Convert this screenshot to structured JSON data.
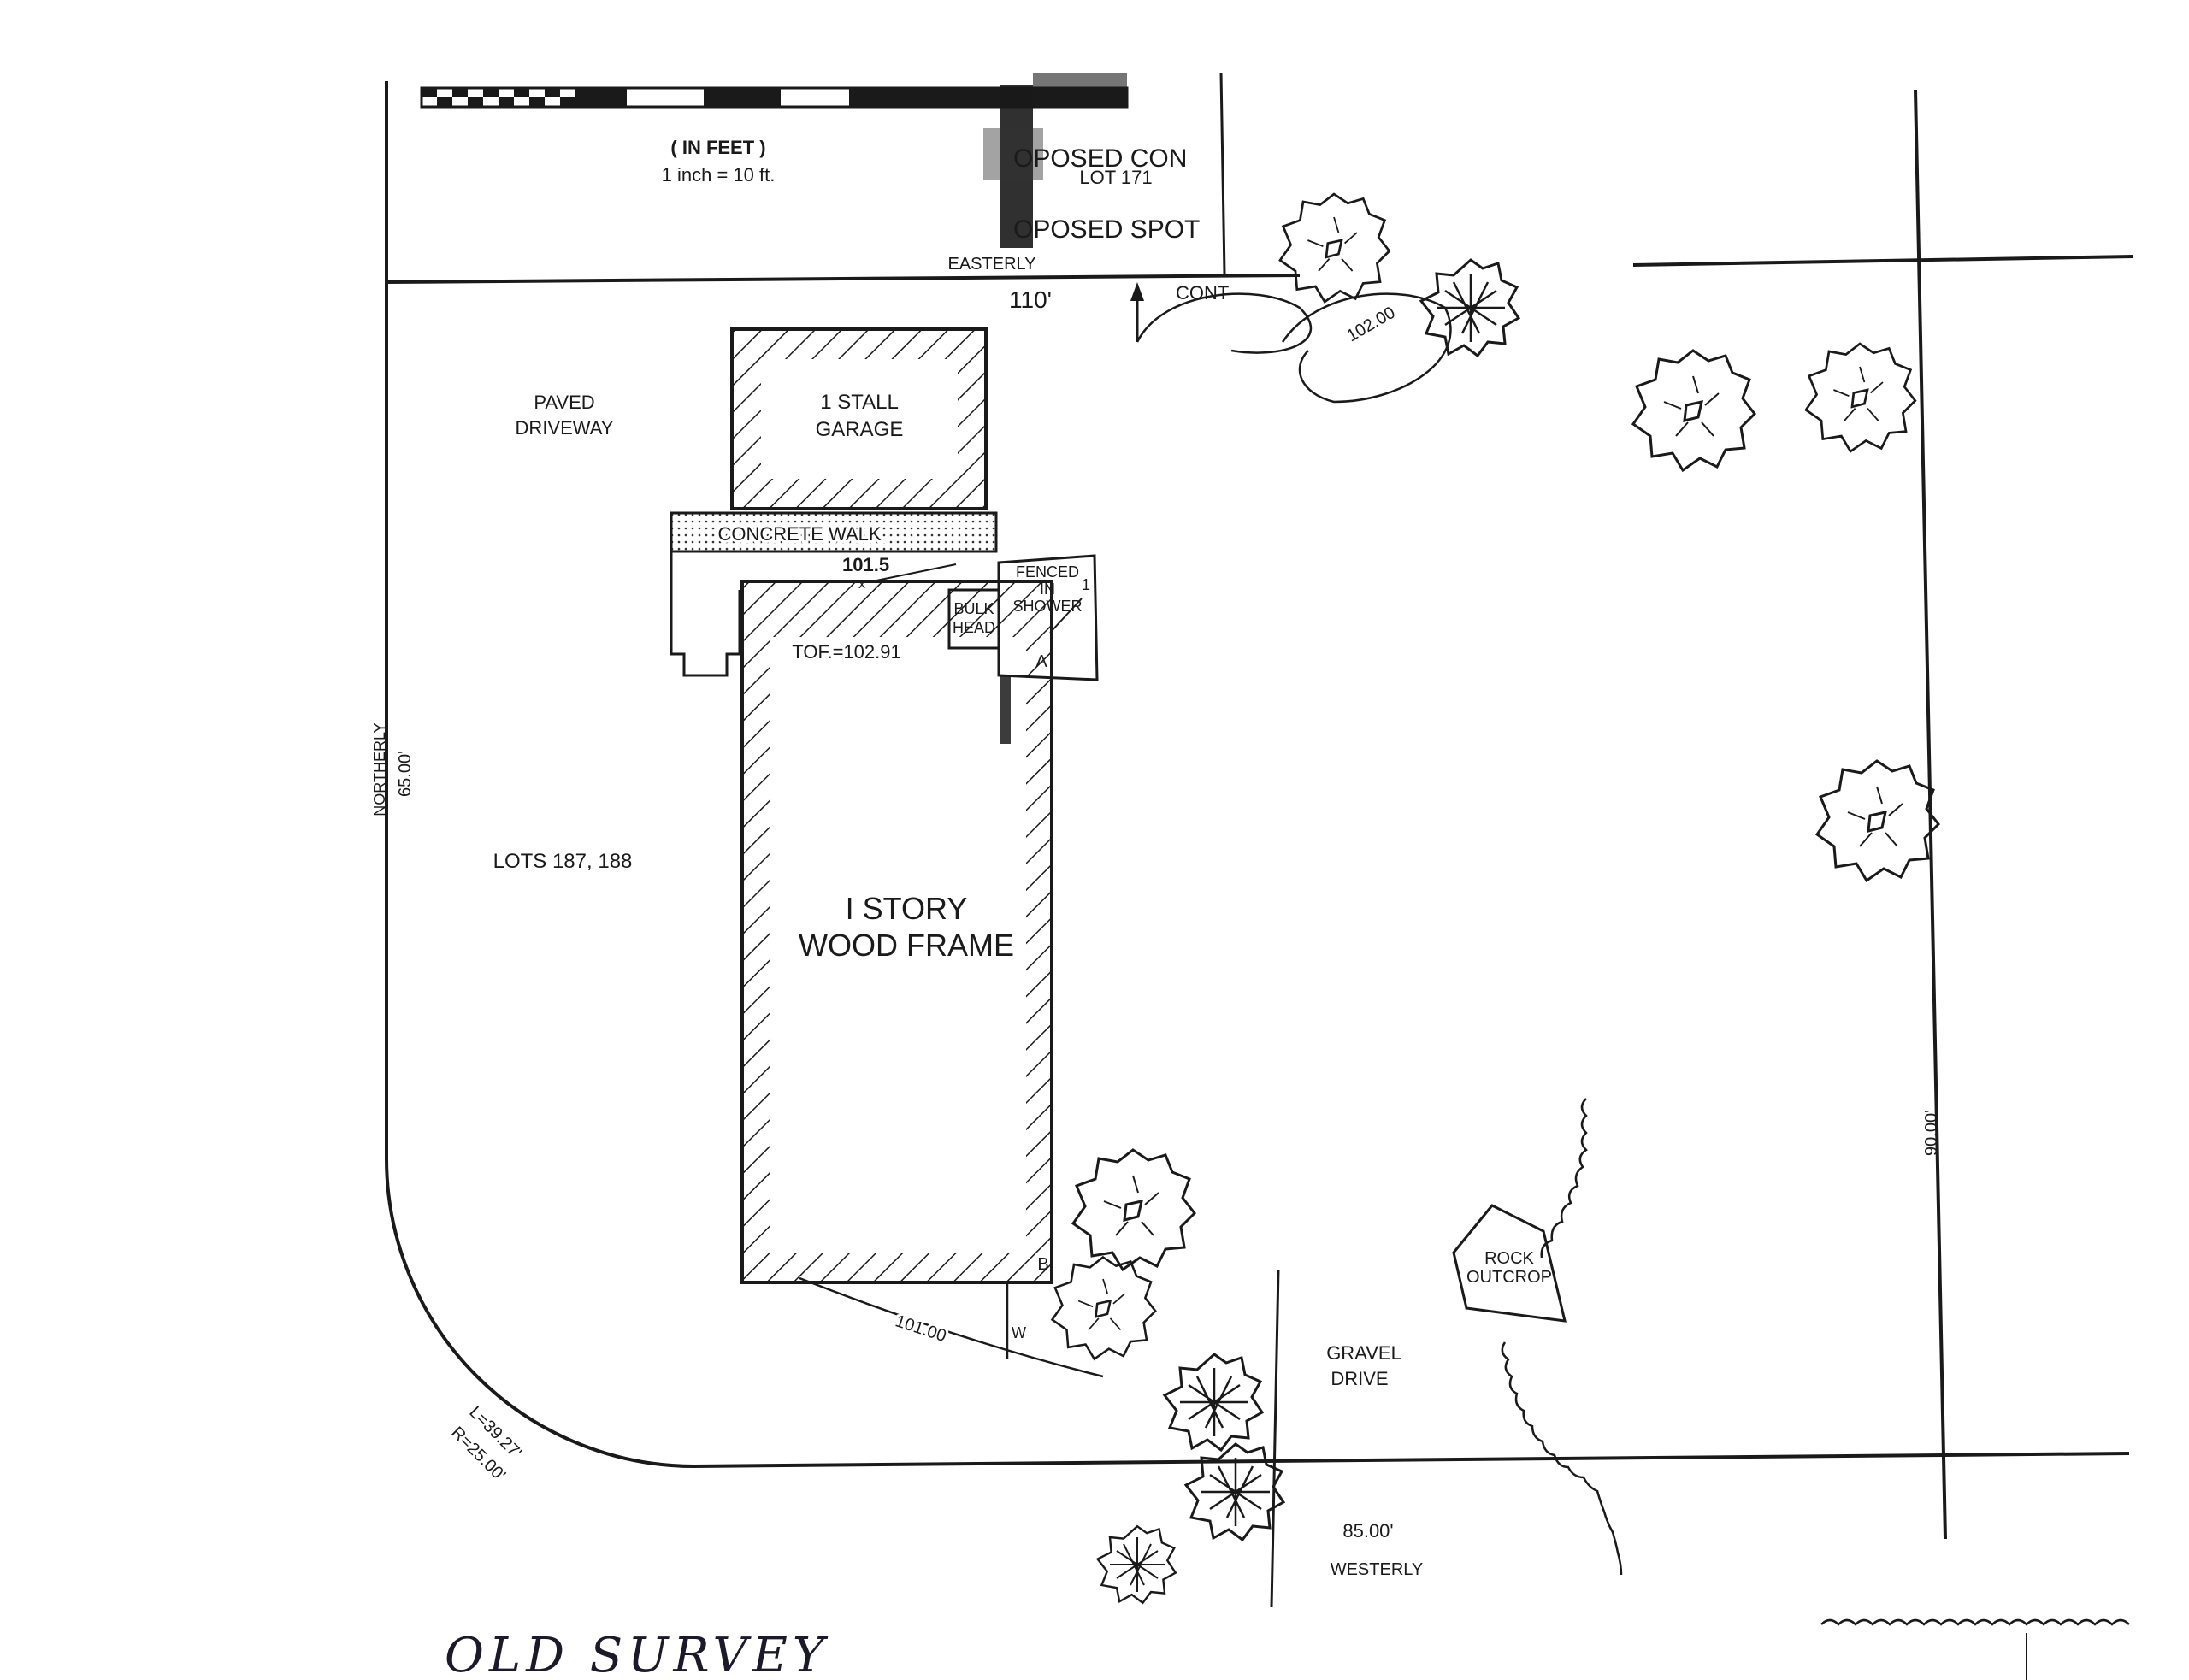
{
  "scale_bar": {
    "units": "( IN FEET )",
    "ratio": "1 inch = 10  ft."
  },
  "top_labels": {
    "lot_171": "LOT 171",
    "proposed_con": "OPOSED CON",
    "proposed_spot": "OPOSED SPOT",
    "easterly": "EASTERLY",
    "front_dim": "110'",
    "cont": "CONT",
    "elev_102": "102.00"
  },
  "structures": {
    "garage_line1": "1 STALL",
    "garage_line2": "GARAGE",
    "concrete_walk": "CONCRETE WALK",
    "spot_elev": "101.5",
    "bulk_line1": "BULK",
    "bulk_line2": "HEAD",
    "fenced_line1": "FENCED",
    "fenced_line2": "IN",
    "fenced_line3": "SHOWER",
    "fenced_mark": "1",
    "tof": "TOF.=102.91",
    "corner_a": "A",
    "corner_b": "B",
    "house_line1": "I STORY",
    "house_line2": "WOOD FRAME",
    "elev_101": "101.00",
    "w_mark": "W"
  },
  "site": {
    "paved_line1": "PAVED",
    "paved_line2": "DRIVEWAY",
    "lots": "LOTS 187, 188",
    "northerly": "NORTHERLY",
    "left_dim": "65.00'",
    "right_dim": "90.00'",
    "arc_length": "L=39.27'",
    "arc_radius": "R=25.00'",
    "gravel_line1": "GRAVEL",
    "gravel_line2": "DRIVE",
    "rock_line1": "ROCK",
    "rock_line2": "OUTCROP",
    "bottom_dim": "85.00'",
    "westerly": "WESTERLY"
  },
  "handwritten_note": "OLD SURVEY",
  "colors": {
    "ink": "#1a1a1a",
    "paper": "#ffffff"
  }
}
